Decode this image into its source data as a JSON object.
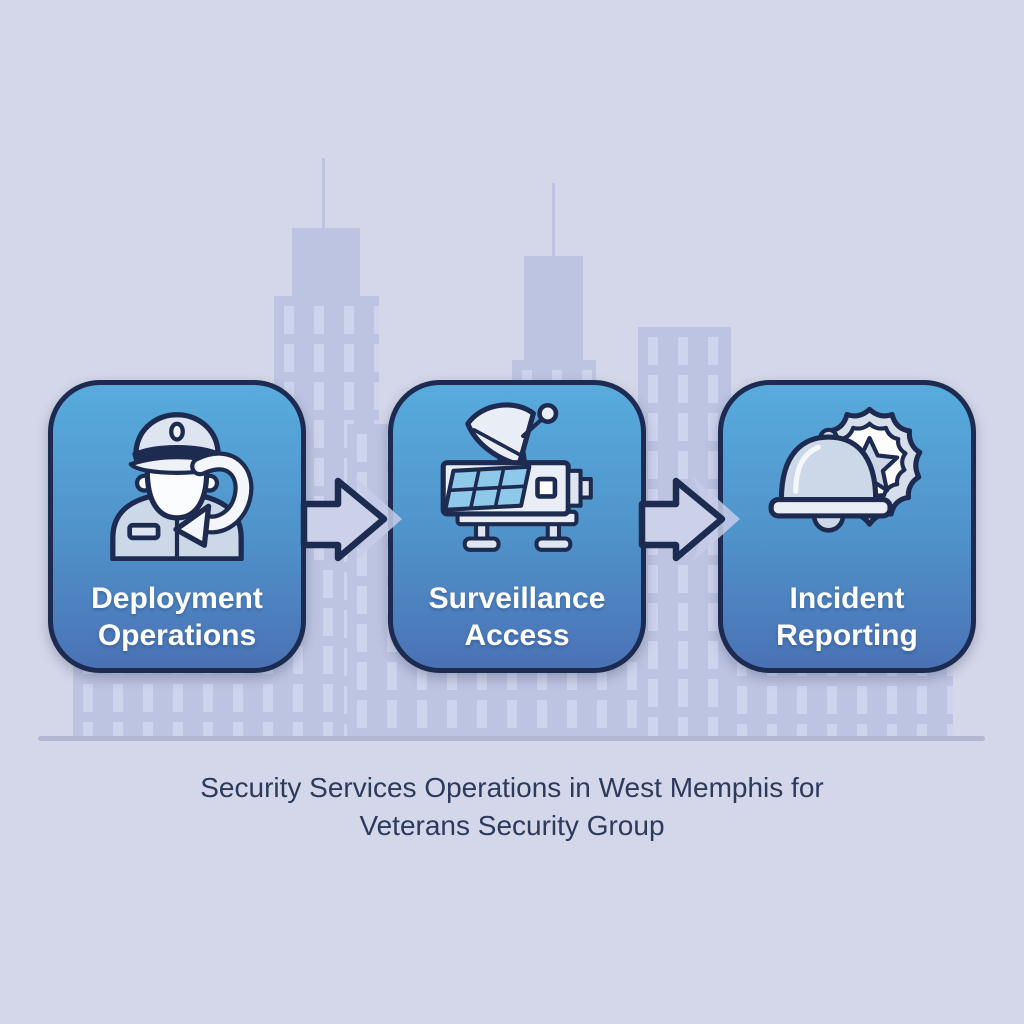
{
  "figure": {
    "type": "process-flow-infographic",
    "caption": {
      "line1": "Security Services Operations in West Memphis for",
      "line2": "Veterans Security Group"
    }
  },
  "cards": [
    {
      "title": "Deployment Operations",
      "icon": "security-guard-icon"
    },
    {
      "title": "Surveillance Access",
      "icon": "satellite-surveillance-icon"
    },
    {
      "title": "Incident Reporting",
      "icon": "bell-and-badge-icon"
    }
  ],
  "arrows": [
    {
      "direction": "right",
      "from": "Deployment Operations",
      "to": "Surveillance Access"
    },
    {
      "direction": "right",
      "from": "Surveillance Access",
      "to": "Incident Reporting"
    }
  ],
  "colors": {
    "background": "#d4d7e9",
    "skyline": "#bdc4e1",
    "skyline_windows": "#ced4ed",
    "ground_line": "#b3b8d2",
    "card_gradient_top": "#58abdd",
    "card_gradient_bottom": "#4a72b5",
    "card_border": "#1d2b50",
    "card_text": "#ffffff",
    "arrow_fill": "#cbd1e9",
    "arrow_outline": "#1e2b50",
    "caption_text": "#2c3a5c"
  }
}
